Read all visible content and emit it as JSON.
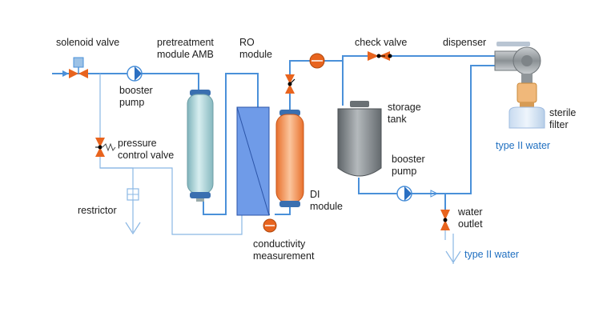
{
  "labels": {
    "solenoid_valve": "solenoid valve",
    "pretreatment_1": "pretreatment",
    "pretreatment_2": "module AMB",
    "ro_1": "RO",
    "ro_2": "module",
    "check_valve": "check valve",
    "dispenser": "dispenser",
    "booster_pump_1_a": "booster",
    "booster_pump_1_b": "pump",
    "storage_1": "storage",
    "storage_2": "tank",
    "sterile_1": "sterile",
    "sterile_2": "filter",
    "type2_water_top": "type II water",
    "pressure_1": "pressure",
    "pressure_2": "control valve",
    "booster_pump_2_a": "booster",
    "booster_pump_2_b": "pump",
    "di_1": "DI",
    "di_2": "module",
    "restrictor": "restrictor",
    "water_outlet_1": "water",
    "water_outlet_2": "outlet",
    "conductivity_1": "conductivity",
    "conductivity_2": "measurement",
    "type2_water_bottom": "type II water"
  },
  "colors": {
    "pipe": "#4a90d9",
    "thin_pipe": "#8ab7e4",
    "valve": "#e8641e",
    "label_blue": "#1f6fc0",
    "di_module": "#f29150",
    "ro_module": "#6f9be8",
    "pretreatment_module": "#9ecbd0",
    "storage_tank": "#7c8386"
  }
}
